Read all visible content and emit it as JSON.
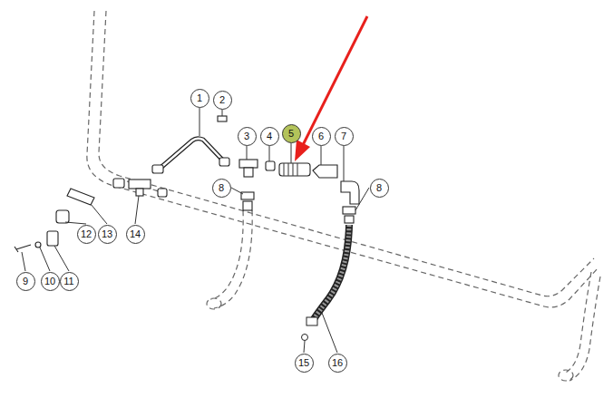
{
  "diagram": {
    "nodes": [
      {
        "text": [
          "1"
        ]
      },
      {
        "text": [
          "2"
        ]
      },
      {
        "text": [
          "3"
        ]
      },
      {
        "text": [
          "4"
        ]
      },
      {
        "text": [
          "5"
        ]
      },
      {
        "text": [
          "6"
        ]
      },
      {
        "text": [
          "7"
        ]
      },
      {
        "text": [
          "8"
        ]
      },
      {
        "text": [
          "8"
        ]
      },
      {
        "text": [
          "9"
        ]
      },
      {
        "text": [
          "10"
        ]
      },
      {
        "text": [
          "11"
        ]
      },
      {
        "text": [
          "12"
        ]
      },
      {
        "text": [
          "13"
        ]
      },
      {
        "text": [
          "14"
        ]
      },
      {
        "text": [
          "15"
        ]
      },
      {
        "text": [
          "16"
        ]
      }
    ]
  }
}
